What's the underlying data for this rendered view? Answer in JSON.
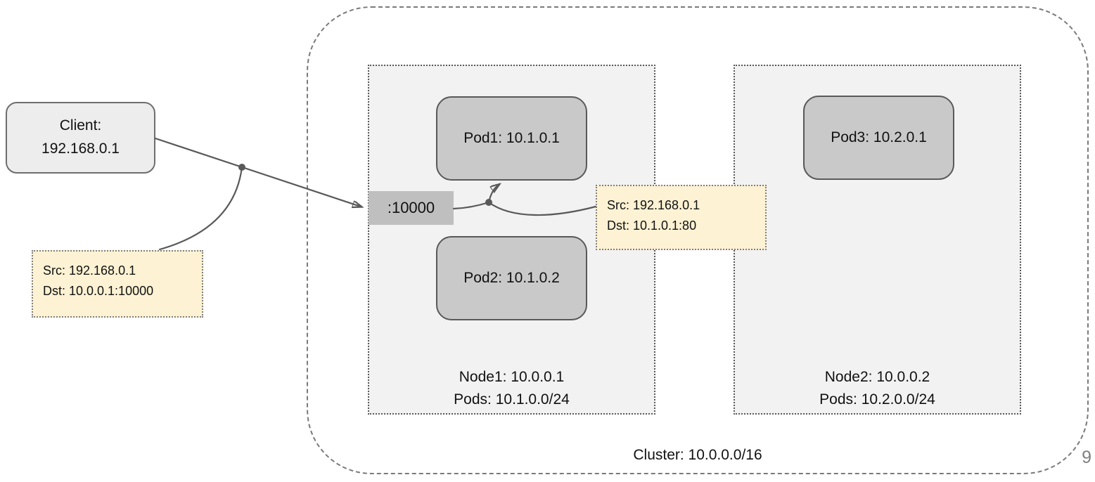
{
  "diagram": {
    "client": {
      "name": "Client:",
      "ip": "192.168.0.1"
    },
    "packet_to_node": {
      "src": "Src: 192.168.0.1",
      "dst": "Dst: 10.0.0.1:10000"
    },
    "packet_to_pod": {
      "src": "Src: 192.168.0.1",
      "dst": "Dst: 10.1.0.1:80"
    },
    "node_port": ":10000",
    "cluster": {
      "label": "Cluster: 10.0.0.0/16"
    },
    "nodes": [
      {
        "label": "Node1: 10.0.0.1",
        "pods": "Pods: 10.1.0.0/24"
      },
      {
        "label": "Node2: 10.0.0.2",
        "pods": "Pods: 10.2.0.0/24"
      }
    ],
    "pods": [
      {
        "label": "Pod1: 10.1.0.1"
      },
      {
        "label": "Pod2: 10.1.0.2"
      },
      {
        "label": "Pod3: 10.2.0.1"
      }
    ],
    "page_number": "9",
    "colors": {
      "pod_fill": "#c9c9c9",
      "node_fill": "#f2f2f2",
      "client_fill": "#ededed",
      "packet_fill": "#fdf2d3",
      "port_fill": "#bfbfbf",
      "connector": "#595959",
      "cluster_border": "#7a7a7a"
    }
  }
}
